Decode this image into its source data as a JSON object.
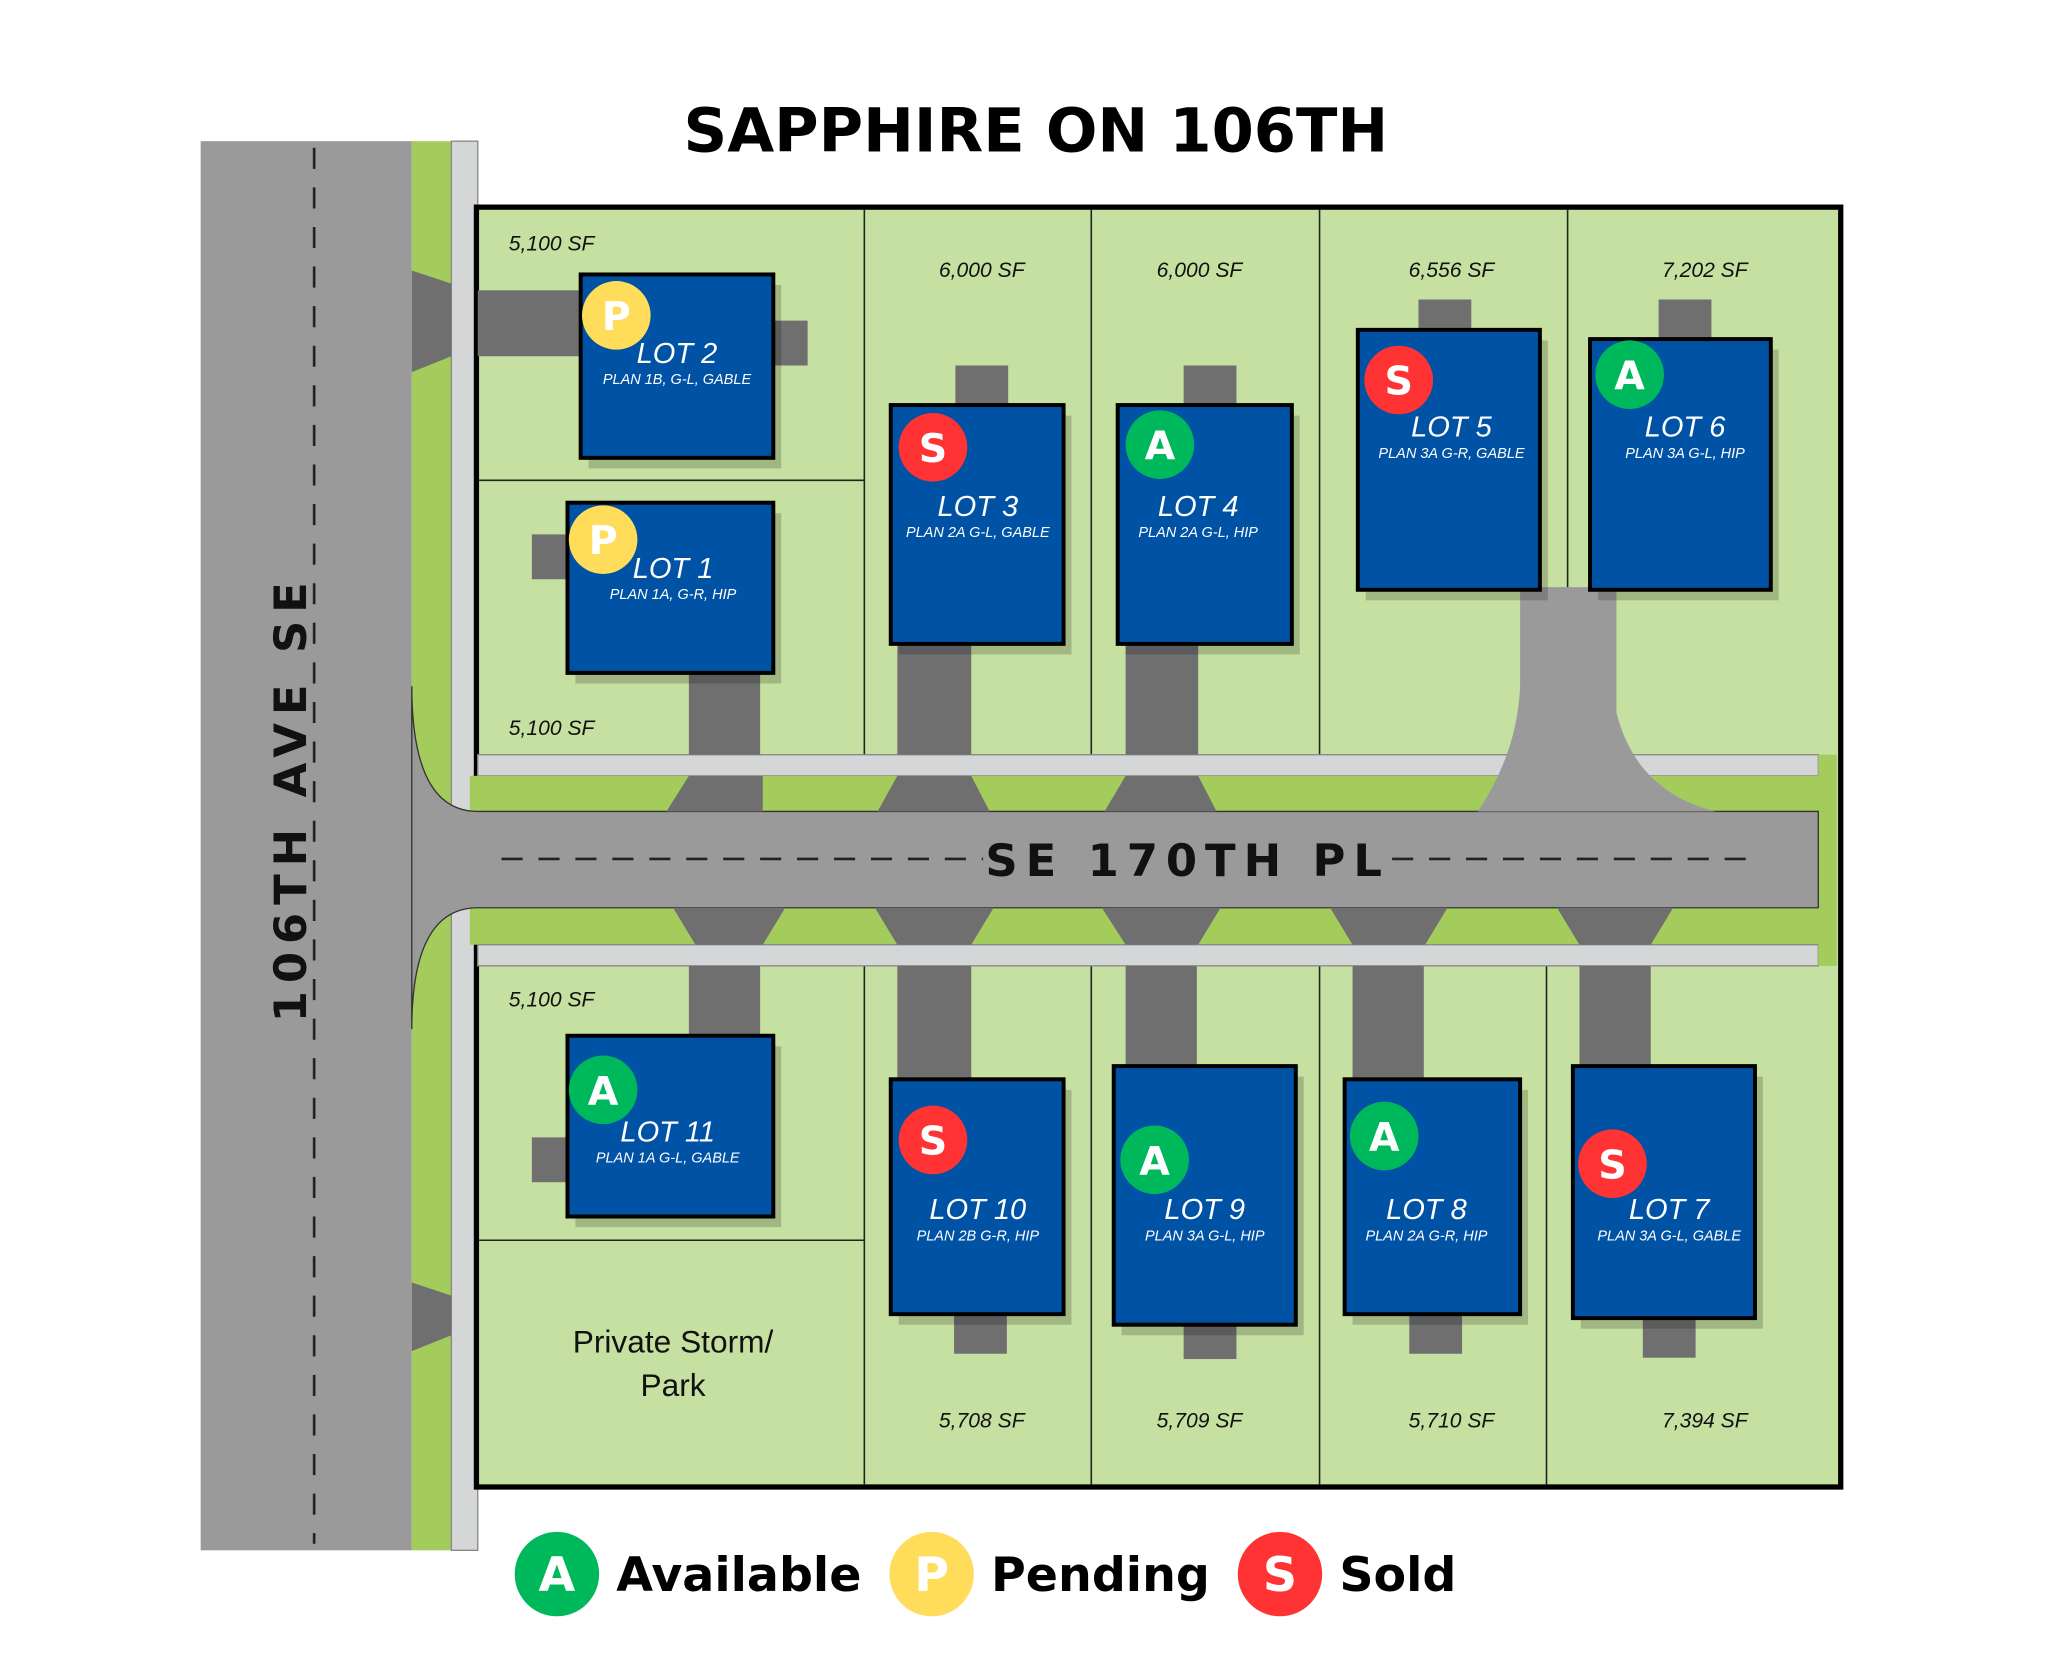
{
  "title": "SAPPHIRE ON 106TH",
  "roads": {
    "avenue": "106TH AVE SE",
    "street": "SE 170TH PL"
  },
  "colors": {
    "available": "#00b85c",
    "pending": "#ffdc5a",
    "sold": "#ff3333",
    "house": "#0052a5",
    "lawn": "#c5e0a0",
    "road": "#9a9a9a",
    "driveway": "#6f6f6f"
  },
  "lots": [
    {
      "label": "LOT 1",
      "plan": "PLAN 1A, G-R, HIP",
      "sf": "5,100 SF",
      "status": "pending",
      "badge": "P"
    },
    {
      "label": "LOT 2",
      "plan": "PLAN 1B, G-L, GABLE",
      "sf": "5,100 SF",
      "status": "pending",
      "badge": "P"
    },
    {
      "label": "LOT 3",
      "plan": "PLAN 2A G-L, GABLE",
      "sf": "6,000 SF",
      "status": "sold",
      "badge": "S"
    },
    {
      "label": "LOT 4",
      "plan": "PLAN 2A G-L, HIP",
      "sf": "6,000 SF",
      "status": "available",
      "badge": "A"
    },
    {
      "label": "LOT 5",
      "plan": "PLAN 3A G-R, GABLE",
      "sf": "6,556 SF",
      "status": "sold",
      "badge": "S"
    },
    {
      "label": "LOT 6",
      "plan": "PLAN 3A G-L, HIP",
      "sf": "7,202 SF",
      "status": "available",
      "badge": "A"
    },
    {
      "label": "LOT 7",
      "plan": "PLAN 3A G-L, GABLE",
      "sf": "7,394 SF",
      "status": "sold",
      "badge": "S"
    },
    {
      "label": "LOT 8",
      "plan": "PLAN 2A G-R, HIP",
      "sf": "5,710 SF",
      "status": "available",
      "badge": "A"
    },
    {
      "label": "LOT 9",
      "plan": "PLAN 3A G-L, HIP",
      "sf": "5,709 SF",
      "status": "available",
      "badge": "A"
    },
    {
      "label": "LOT 10",
      "plan": "PLAN 2B G-R, HIP",
      "sf": "5,708 SF",
      "status": "sold",
      "badge": "S"
    },
    {
      "label": "LOT 11",
      "plan": "PLAN 1A G-L, GABLE",
      "sf": "5,100 SF",
      "status": "available",
      "badge": "A"
    }
  ],
  "park": {
    "line1": "Private Storm/",
    "line2": "Park"
  },
  "legend": [
    {
      "badge": "A",
      "label": "Available",
      "status": "available"
    },
    {
      "badge": "P",
      "label": "Pending",
      "status": "pending"
    },
    {
      "badge": "S",
      "label": "Sold",
      "status": "sold"
    }
  ]
}
